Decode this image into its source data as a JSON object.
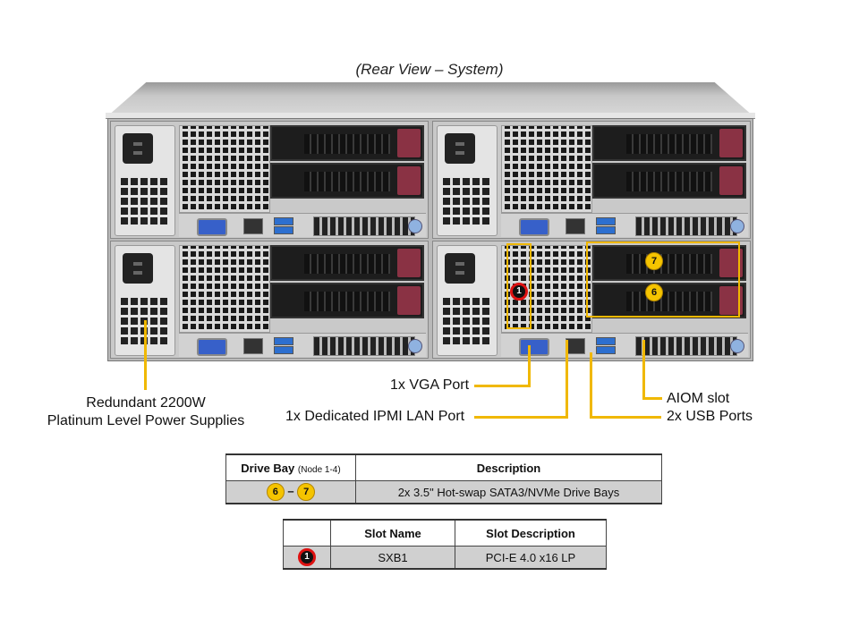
{
  "title": "(Rear View – System)",
  "callouts": {
    "psu_line1": "Redundant  2200W",
    "psu_line2": "Platinum  Level  Power Supplies",
    "vga": "1x VGA Port",
    "ipmi": "1x Dedicated IPMI  LAN Port",
    "aiom": "AIOM slot",
    "usb": "2x USB Ports"
  },
  "markers": {
    "drive_top": "7",
    "drive_bottom": "6",
    "slot": "1"
  },
  "colors": {
    "callout": "#f0b800",
    "slot_marker_ring": "#d11111",
    "table_row": "#d0d0d0"
  },
  "drive_table": {
    "headers": {
      "col1": "Drive Bay",
      "col1_note": "(Node 1-4)",
      "col2": "Description"
    },
    "rows": [
      {
        "bay_from": "6",
        "sep": "–",
        "bay_to": "7",
        "description": "2x 3.5\" Hot-swap  SATA3/NVMe  Drive  Bays"
      }
    ]
  },
  "slot_table": {
    "headers": {
      "col1": "",
      "col2": "Slot Name",
      "col3": "Slot Description"
    },
    "rows": [
      {
        "marker": "1",
        "name": "SXB1",
        "description": "PCI-E  4.0 x16 LP"
      }
    ]
  }
}
